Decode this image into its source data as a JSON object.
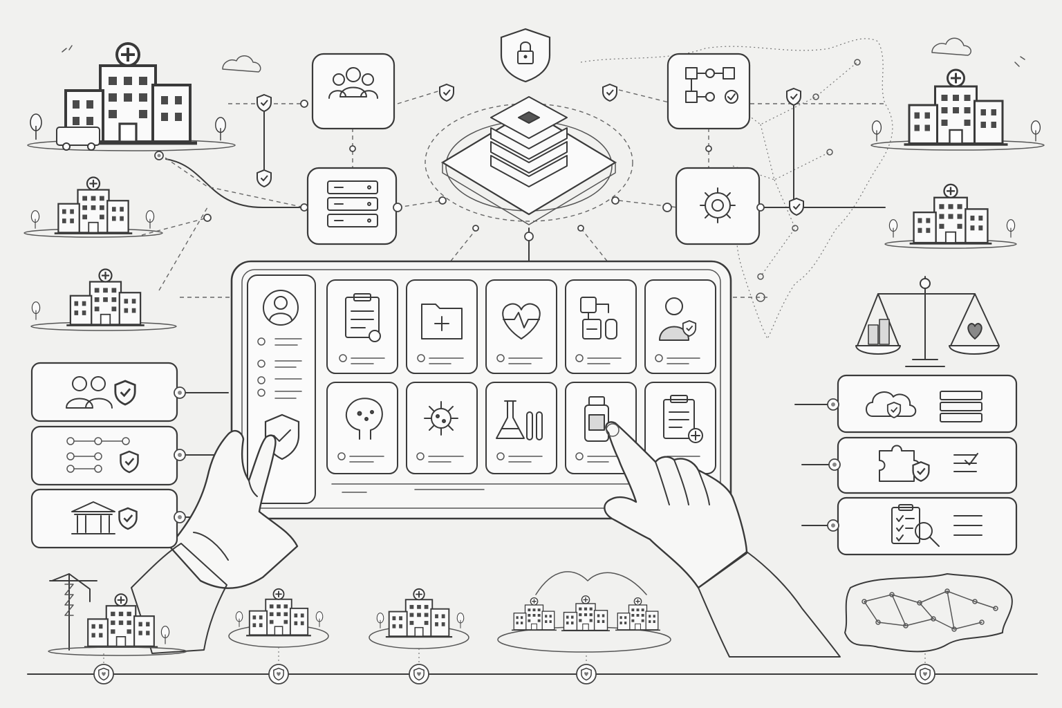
{
  "scene": {
    "hub": [
      "secure-data-stack",
      "users-group",
      "workflow-grid",
      "server-rack",
      "settings-gear",
      "security-lock"
    ],
    "tablet_tiles": [
      "medical-report",
      "medical-folder",
      "heart-rate",
      "lab-equipment",
      "patient-protected",
      "brain-analysis",
      "virus-analysis",
      "lab-flask",
      "medicine-bottle",
      "clipboard-plus"
    ],
    "left_panels": [
      "users-protected",
      "network-protected",
      "institution-protected"
    ],
    "right_panels": [
      "cloud-protected-server",
      "integration-checklist",
      "audit-inspection"
    ],
    "colors": {
      "line": "#3a3a3a",
      "background": "#f1f1ef",
      "tile": "#fbfbfb"
    }
  }
}
